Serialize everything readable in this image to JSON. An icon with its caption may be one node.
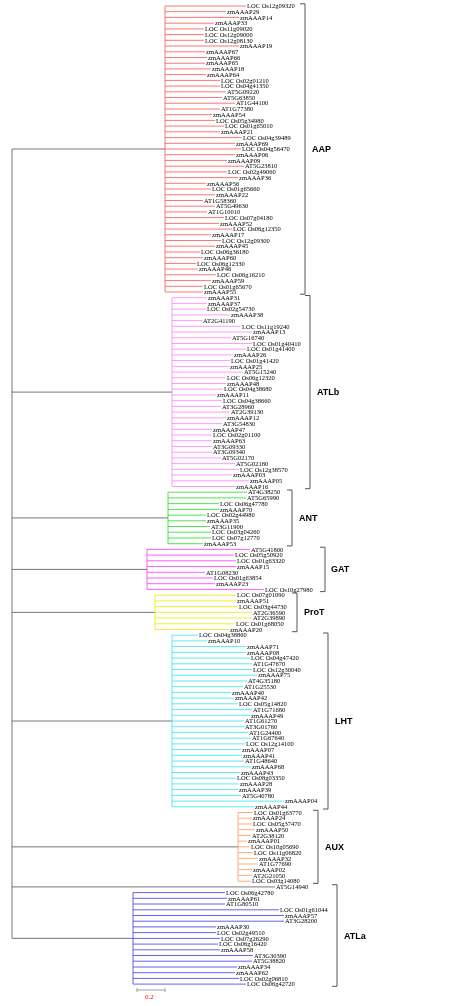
{
  "diagram": {
    "labels": [
      "LOC Os12g09320",
      "zmAAAP29",
      "zmAAAP14",
      "zmAAAP33",
      "LOC Os11g09020",
      "LOC Os12g09000",
      "LOC Os12g08130",
      "zmAAAP19",
      "zmAAAP67",
      "zmAAAP66",
      "zmAAAP65",
      "zmAAAP18",
      "zmAAAP64",
      "LOC Os02g01210",
      "LOC Os04g41350",
      "AT5G09220",
      "AT5G63850",
      "AT1G44100",
      "AT1G77380",
      "zmAAAP54",
      "LOC Os05g34980",
      "LOC Os01g65010",
      "zmAAAP21",
      "LOC Os04g39489",
      "zmAAAP69",
      "LOC Os04g56470",
      "zmAAAP06",
      "zmAAAP09",
      "AT5G23810",
      "LOC Os02g49060",
      "zmAAAP36",
      "zmAAAP56",
      "LOC Os01g65660",
      "zmAAAP22",
      "AT1G58360",
      "AT5G49630",
      "AT1G10010",
      "LOC Os07g04180",
      "zmAAAP52",
      "LOC Os06g12350",
      "zmAAAP17",
      "LOC Os12g09300",
      "zmAAAP45",
      "LOC Os06g36180",
      "zmAAAP60",
      "LOC Os06g12330",
      "zmAAAP46",
      "LOC Os06g16210",
      "zmAAAP59",
      "LOC Os01g65670",
      "zmAAAP55",
      "zmAAAP31",
      "zmAAAP37",
      "LOC Os02g54730",
      "zmAAAP38",
      "AT2G41190",
      "LOC Os11g19240",
      "zmAAAP13",
      "AT5G16740",
      "LOC Os01g40410",
      "LOC Os01g41400",
      "zmAAAP26",
      "LOC Os01g41420",
      "zmAAAP25",
      "AT5G15240",
      "LOC Os06g12320",
      "zmAAAP48",
      "LOC Os04g38680",
      "zmAAAP11",
      "LOC Os04g38660",
      "AT3G28960",
      "AT2G39130",
      "zmAAAP12",
      "AT3G54830",
      "zmAAAP47",
      "LOC Os02g01100",
      "zmAAAP63",
      "AT3G09330",
      "AT3G09340",
      "AT5G02170",
      "AT5G02180",
      "LOC Os12g38570",
      "zmAAAP03",
      "zmAAAP05",
      "zmAAAP16",
      "AT4G38250",
      "AT5G65990",
      "LOC Os06g47780",
      "zmAAAP70",
      "LOC Os02g44980",
      "zmAAAP35",
      "AT3G11900",
      "LOC Os03g04260",
      "LOC Os07g12770",
      "zmAAAP53",
      "AT5G41800",
      "LOC Os05g50920",
      "LOC Os01g63320",
      "zmAAAP15",
      "AT1G08230",
      "LOC Os01g63854",
      "zmAAAP23",
      "LOC Os10g27980",
      "LOC Os07g01090",
      "zmAAAP51",
      "LOC Os03g44730",
      "AT2G36590",
      "AT2G39890",
      "LOC Os01g68050",
      "zmAAAP20",
      "LOC Os04g38860",
      "zmAAAP10",
      "zmAAAP71",
      "zmAAAP08",
      "LOC Os04g47420",
      "AT1G47670",
      "LOC Os12g30040",
      "zmAAAP75",
      "AT4G35180",
      "AT1G25530",
      "zmAAAP40",
      "zmAAAP42",
      "LOC Os05g14820",
      "AT1G71680",
      "zmAAAP49",
      "AT1G61270",
      "AT3G01760",
      "AT1G24400",
      "AT1G67640",
      "LOC Os12g14100",
      "zmAAAP07",
      "zmAAAP41",
      "AT1G48640",
      "zmAAAP68",
      "zmAAAP43",
      "LOC Os08g03350",
      "zmAAAP28",
      "zmAAAP39",
      "AT5G40780",
      "zmAAAP04",
      "zmAAAP44",
      "LOC Os01g63770",
      "zmAAAP24",
      "LOC Os05g37470",
      "zmAAAP50",
      "AT2G38120",
      "zmAAAP01",
      "LOC Os10g05690",
      "LOC Os11g06820",
      "zmAAAP32",
      "AT1G77690",
      "zmAAAP02",
      "AT2G21050",
      "LOC Os03g14080",
      "AT5G14940",
      "LOC Os06g42780",
      "zmAAAP61",
      "AT1G80510",
      "LOC Os01g61044",
      "zmAAAP57",
      "AT3G28200",
      "zmAAAP30",
      "LOC Os02g49510",
      "LOC Os07g26290",
      "LOC Os06g16420",
      "zmAAAP58",
      "AT3G30390",
      "AT5G38820",
      "zmAAAP34",
      "zmAAAP62",
      "LOC Os02g06810",
      "LOC Os06g42720",
      "AAP",
      "ATLb",
      "ANT",
      "GAT",
      "ProT",
      "LHT",
      "AUX",
      "ATLa",
      "0.2"
    ]
  }
}
